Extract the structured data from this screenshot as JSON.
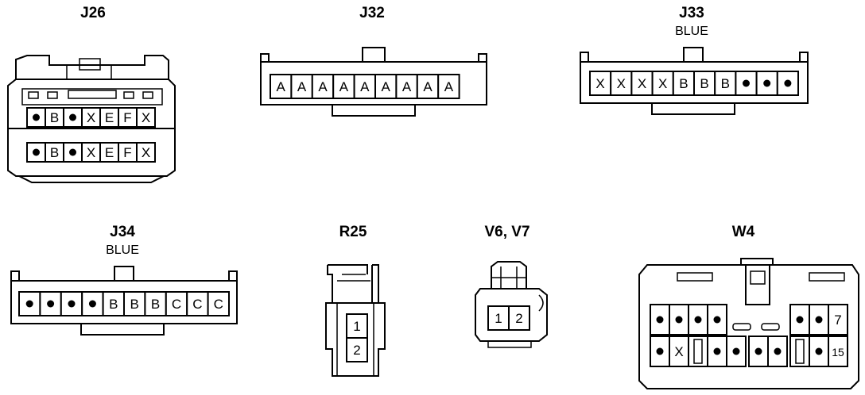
{
  "connectors": {
    "j26": {
      "title": "J26",
      "row1": [
        "•",
        "B",
        "•",
        "X",
        "E",
        "F",
        "X"
      ],
      "row2": [
        "•",
        "B",
        "•",
        "X",
        "E",
        "F",
        "X"
      ]
    },
    "j32": {
      "title": "J32",
      "pins": [
        "A",
        "A",
        "A",
        "A",
        "A",
        "A",
        "A",
        "A",
        "A"
      ]
    },
    "j33": {
      "title": "J33",
      "color": "BLUE",
      "pins": [
        "X",
        "X",
        "X",
        "X",
        "B",
        "B",
        "B",
        "•",
        "•",
        "•"
      ]
    },
    "j34": {
      "title": "J34",
      "color": "BLUE",
      "pins": [
        "•",
        "•",
        "•",
        "•",
        "B",
        "B",
        "B",
        "C",
        "C",
        "C"
      ]
    },
    "r25": {
      "title": "R25",
      "pins": [
        "1",
        "2"
      ]
    },
    "v6v7": {
      "title": "V6, V7",
      "pins": [
        "1",
        "2"
      ]
    },
    "w4": {
      "title": "W4",
      "row1": [
        "•",
        "•",
        "•",
        "•",
        "",
        "",
        "",
        "•",
        "•",
        "7"
      ],
      "row2": [
        "•",
        "X",
        "",
        "•",
        "•",
        "•",
        "•",
        "",
        "•",
        "15"
      ]
    }
  },
  "colors": {
    "ink": "#000000",
    "paper": "#ffffff"
  }
}
